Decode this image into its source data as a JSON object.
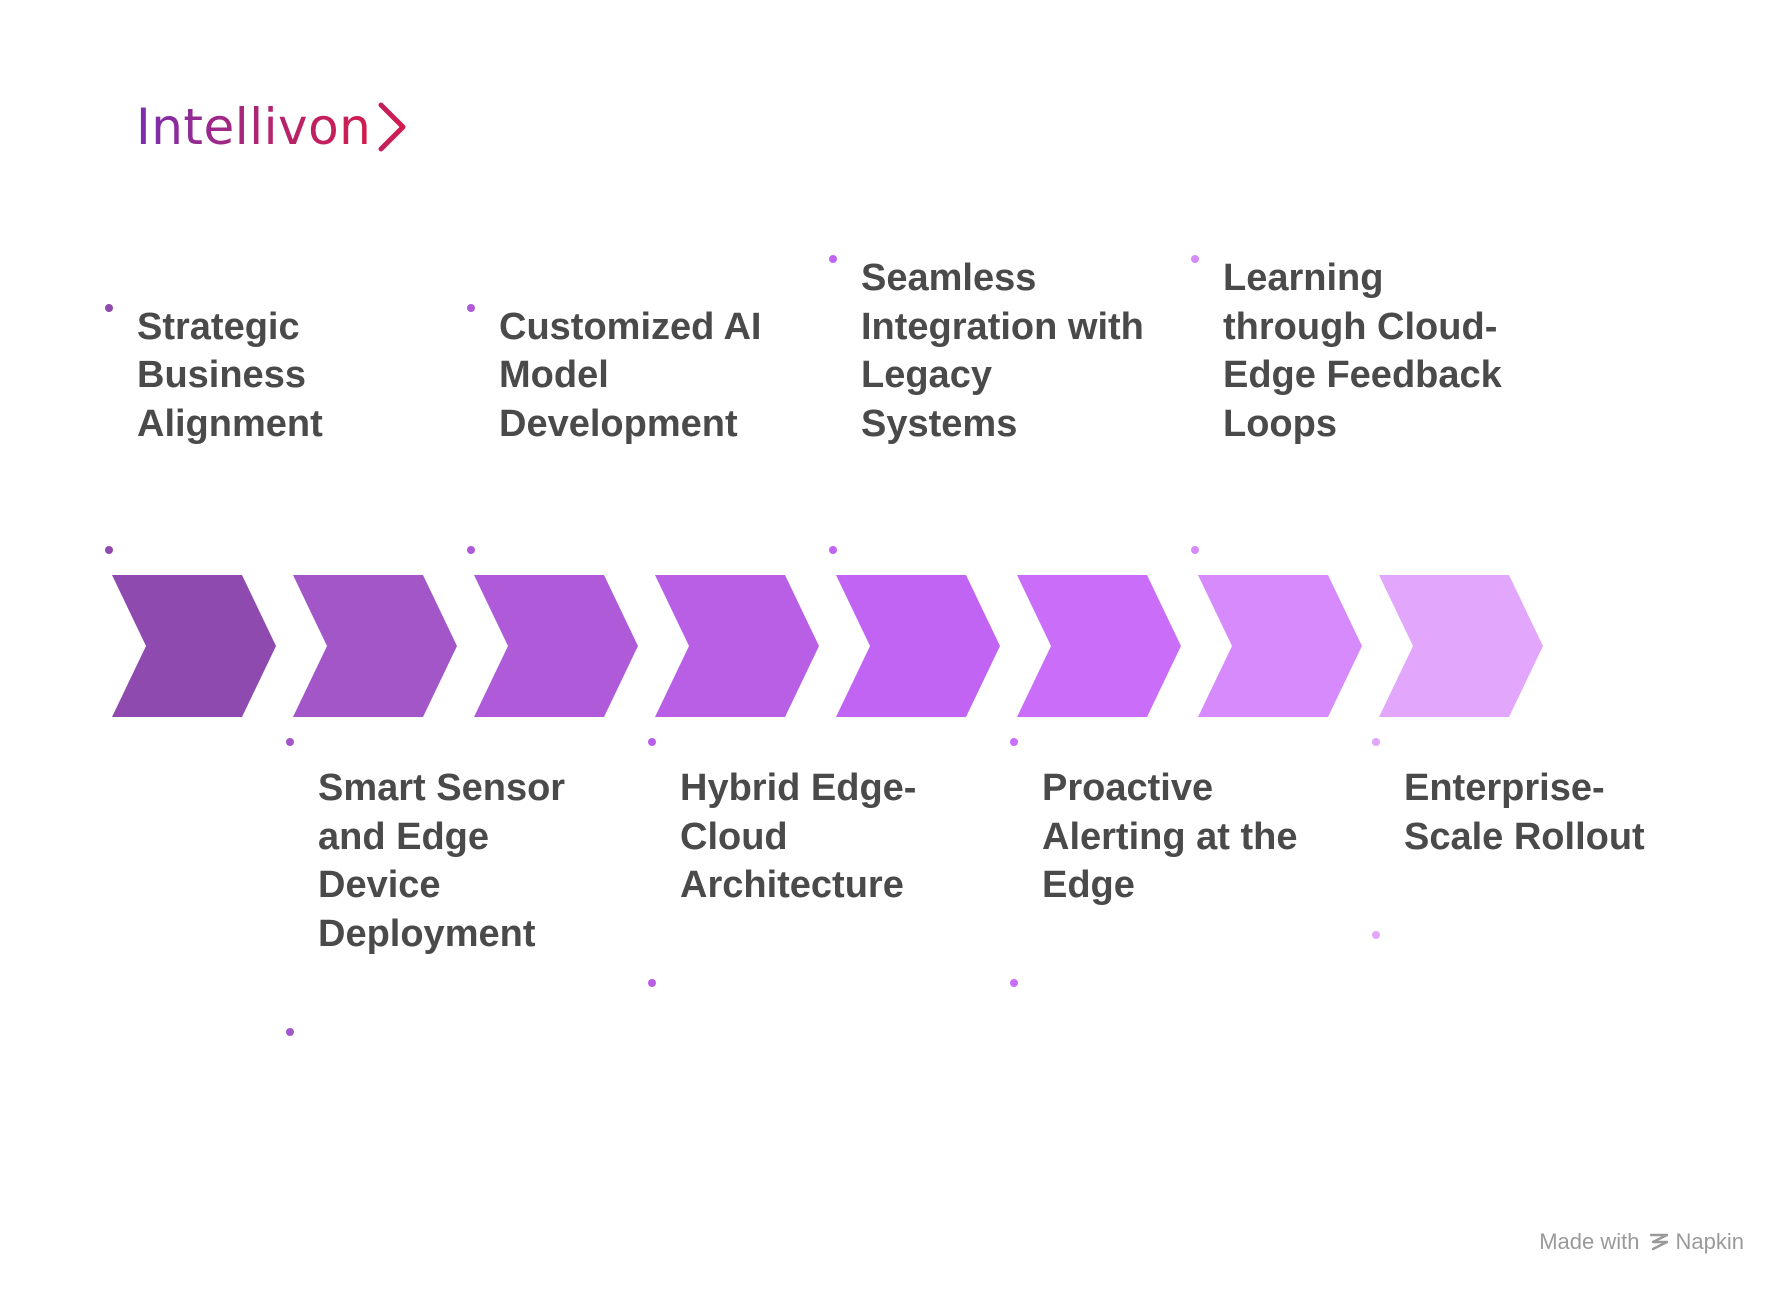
{
  "logo": {
    "text": "Intellivon"
  },
  "colors": {
    "text": "#4a4a4a",
    "logo_gradient": [
      "#7b2fb0",
      "#d11c4e"
    ],
    "chevrons": [
      "#8e4aaf",
      "#a356c8",
      "#ae5ad9",
      "#b95fe6",
      "#c264f3",
      "#ca6ef9",
      "#d78afb",
      "#e2a7fc"
    ]
  },
  "steps": [
    {
      "label": "Strategic Business Alignment",
      "position": "top"
    },
    {
      "label": "Smart Sensor and Edge Device Deployment",
      "position": "bottom"
    },
    {
      "label": "Customized AI Model Development",
      "position": "top"
    },
    {
      "label": "Hybrid Edge-Cloud Architecture",
      "position": "bottom"
    },
    {
      "label": "Seamless Integration with Legacy Systems",
      "position": "top"
    },
    {
      "label": "Proactive Alerting at the Edge",
      "position": "bottom"
    },
    {
      "label": "Learning through Cloud-Edge Feedback Loops",
      "position": "top"
    },
    {
      "label": "Enterprise-Scale Rollout",
      "position": "bottom"
    }
  ],
  "footer": {
    "made_with": "Made with",
    "brand": "Napkin"
  }
}
